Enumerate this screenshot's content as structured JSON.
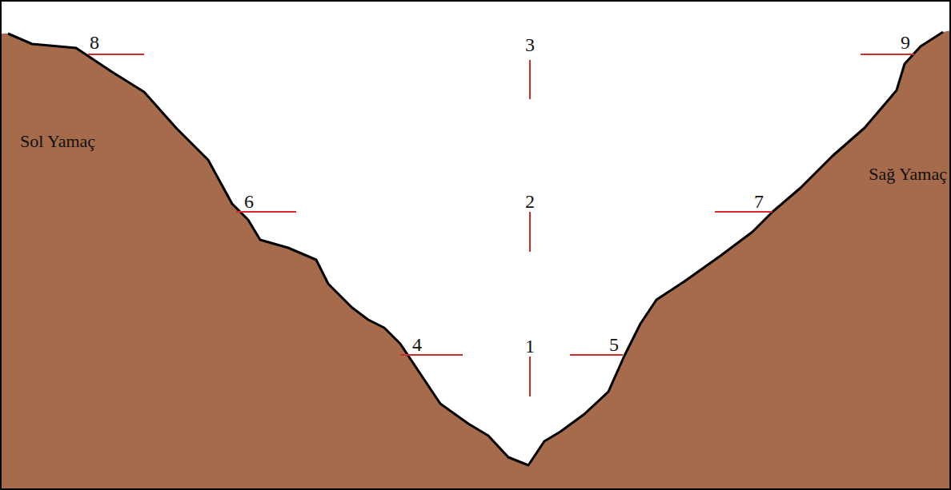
{
  "diagram": {
    "labels": [
      "8",
      "3",
      "9",
      "Sol Yamaç",
      "Sağ Yamaç",
      "6",
      "2",
      "7",
      "4",
      "1",
      "5"
    ]
  }
}
